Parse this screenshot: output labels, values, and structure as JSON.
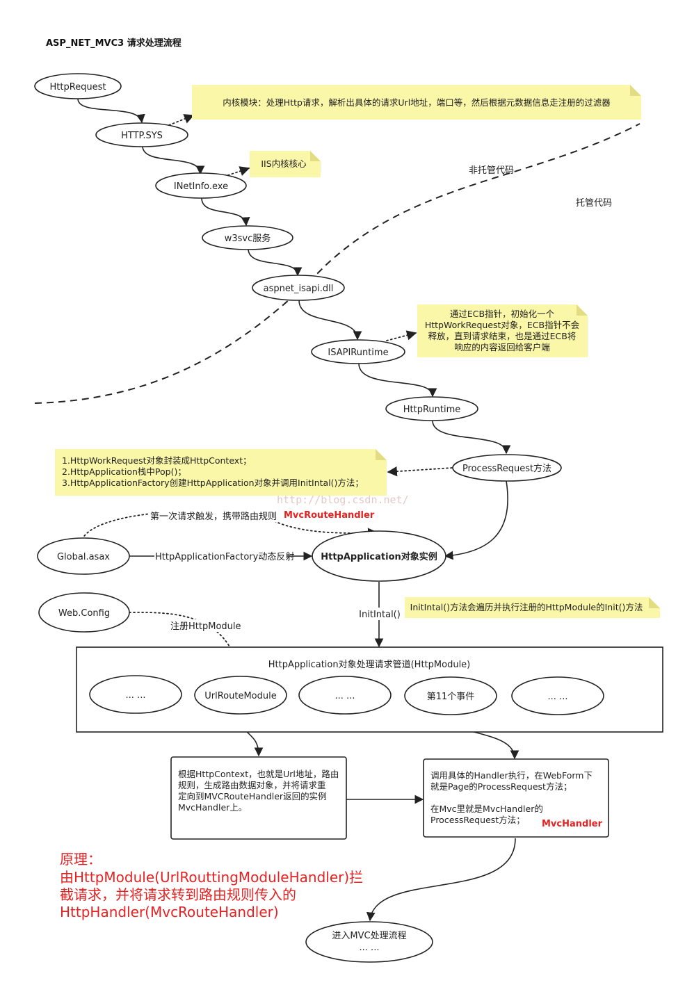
{
  "title": "ASP_NET_MVC3 请求处理流程",
  "nodes": {
    "http_request": "HttpRequest",
    "http_sys": "HTTP.SYS",
    "inetinfo": "INetInfo.exe",
    "w3svc": "w3svc服务",
    "aspnet_isapi": "aspnet_isapi.dll",
    "isapi_runtime": "ISAPIRuntime",
    "http_runtime": "HttpRuntime",
    "process_request": "ProcessRequest方法",
    "global_asax": "Global.asax",
    "http_application": "HttpApplication对象实例",
    "web_config": "Web.Config",
    "enter_mvc": [
      "进入MVC处理流程",
      "... ..."
    ]
  },
  "notes": {
    "kernel_module": "内核模块：处理Http请求，解析出具体的请求Url地址，端口等，然后根据元数据信息走注册的过滤器",
    "iis_kernel": "IIS内核核心",
    "ecb": [
      "通过ECB指针，初始化一个",
      "HttpWorkRequest对象，ECB指针不会",
      "释放，直到请求结束，也是通过ECB将",
      "响应的内容返回给客户端"
    ],
    "process_steps": [
      "1.HttpWorkRequest对象封装成HttpContext；",
      "2.HttpApplication栈中Pop()；",
      "3.HttpApplicationFactory创建HttpApplication对象并调用InitIntal()方法；"
    ],
    "init_intal": "InitIntal()方法会遍历并执行注册的HttpModule的Init()方法"
  },
  "region_labels": {
    "unmanaged": "非托管代码",
    "managed": "托管代码"
  },
  "edge_labels": {
    "first_request": "第一次请求触发，携带路由规则",
    "mvc_route_handler": "MvcRouteHandler",
    "factory_reflection": "HttpApplicationFactory动态反射",
    "init_intal_call": "InitIntal()",
    "register_module": "注册HttpModule"
  },
  "pipeline": {
    "title": "HttpApplication对象处理请求管道(HttpModule)",
    "modules": [
      "... ...",
      "UrlRouteModule",
      "... ...",
      "第11个事件",
      "... ..."
    ]
  },
  "boxes": {
    "route_box": [
      "根据HttpContext，也就是Url地址，路由",
      "规则，生成路由数据对象，并将请求重",
      "定向到MVCRouteHandler返回的实例",
      "MvcHandler上。"
    ],
    "handler_box": [
      "调用具体的Handler执行，在WebForm下",
      "就是Page的ProcessRequest方法；",
      "",
      "在Mvc里就是MvcHandler的",
      "ProcessRequest方法；"
    ],
    "handler_box_tag": "MvcHandler"
  },
  "principle": [
    "原理：",
    "由HttpModule(UrlRouttingModuleHandler)拦",
    "截请求，并将请求转到路由规则传入的",
    "HttpHandler(MvcRouteHandler)"
  ],
  "watermark": "http://blog.csdn.net/",
  "colors": {
    "note_fill": "#fbf7a8",
    "note_fold": "#e2dd83",
    "accent_red": "#e52222",
    "stroke": "#222222"
  }
}
